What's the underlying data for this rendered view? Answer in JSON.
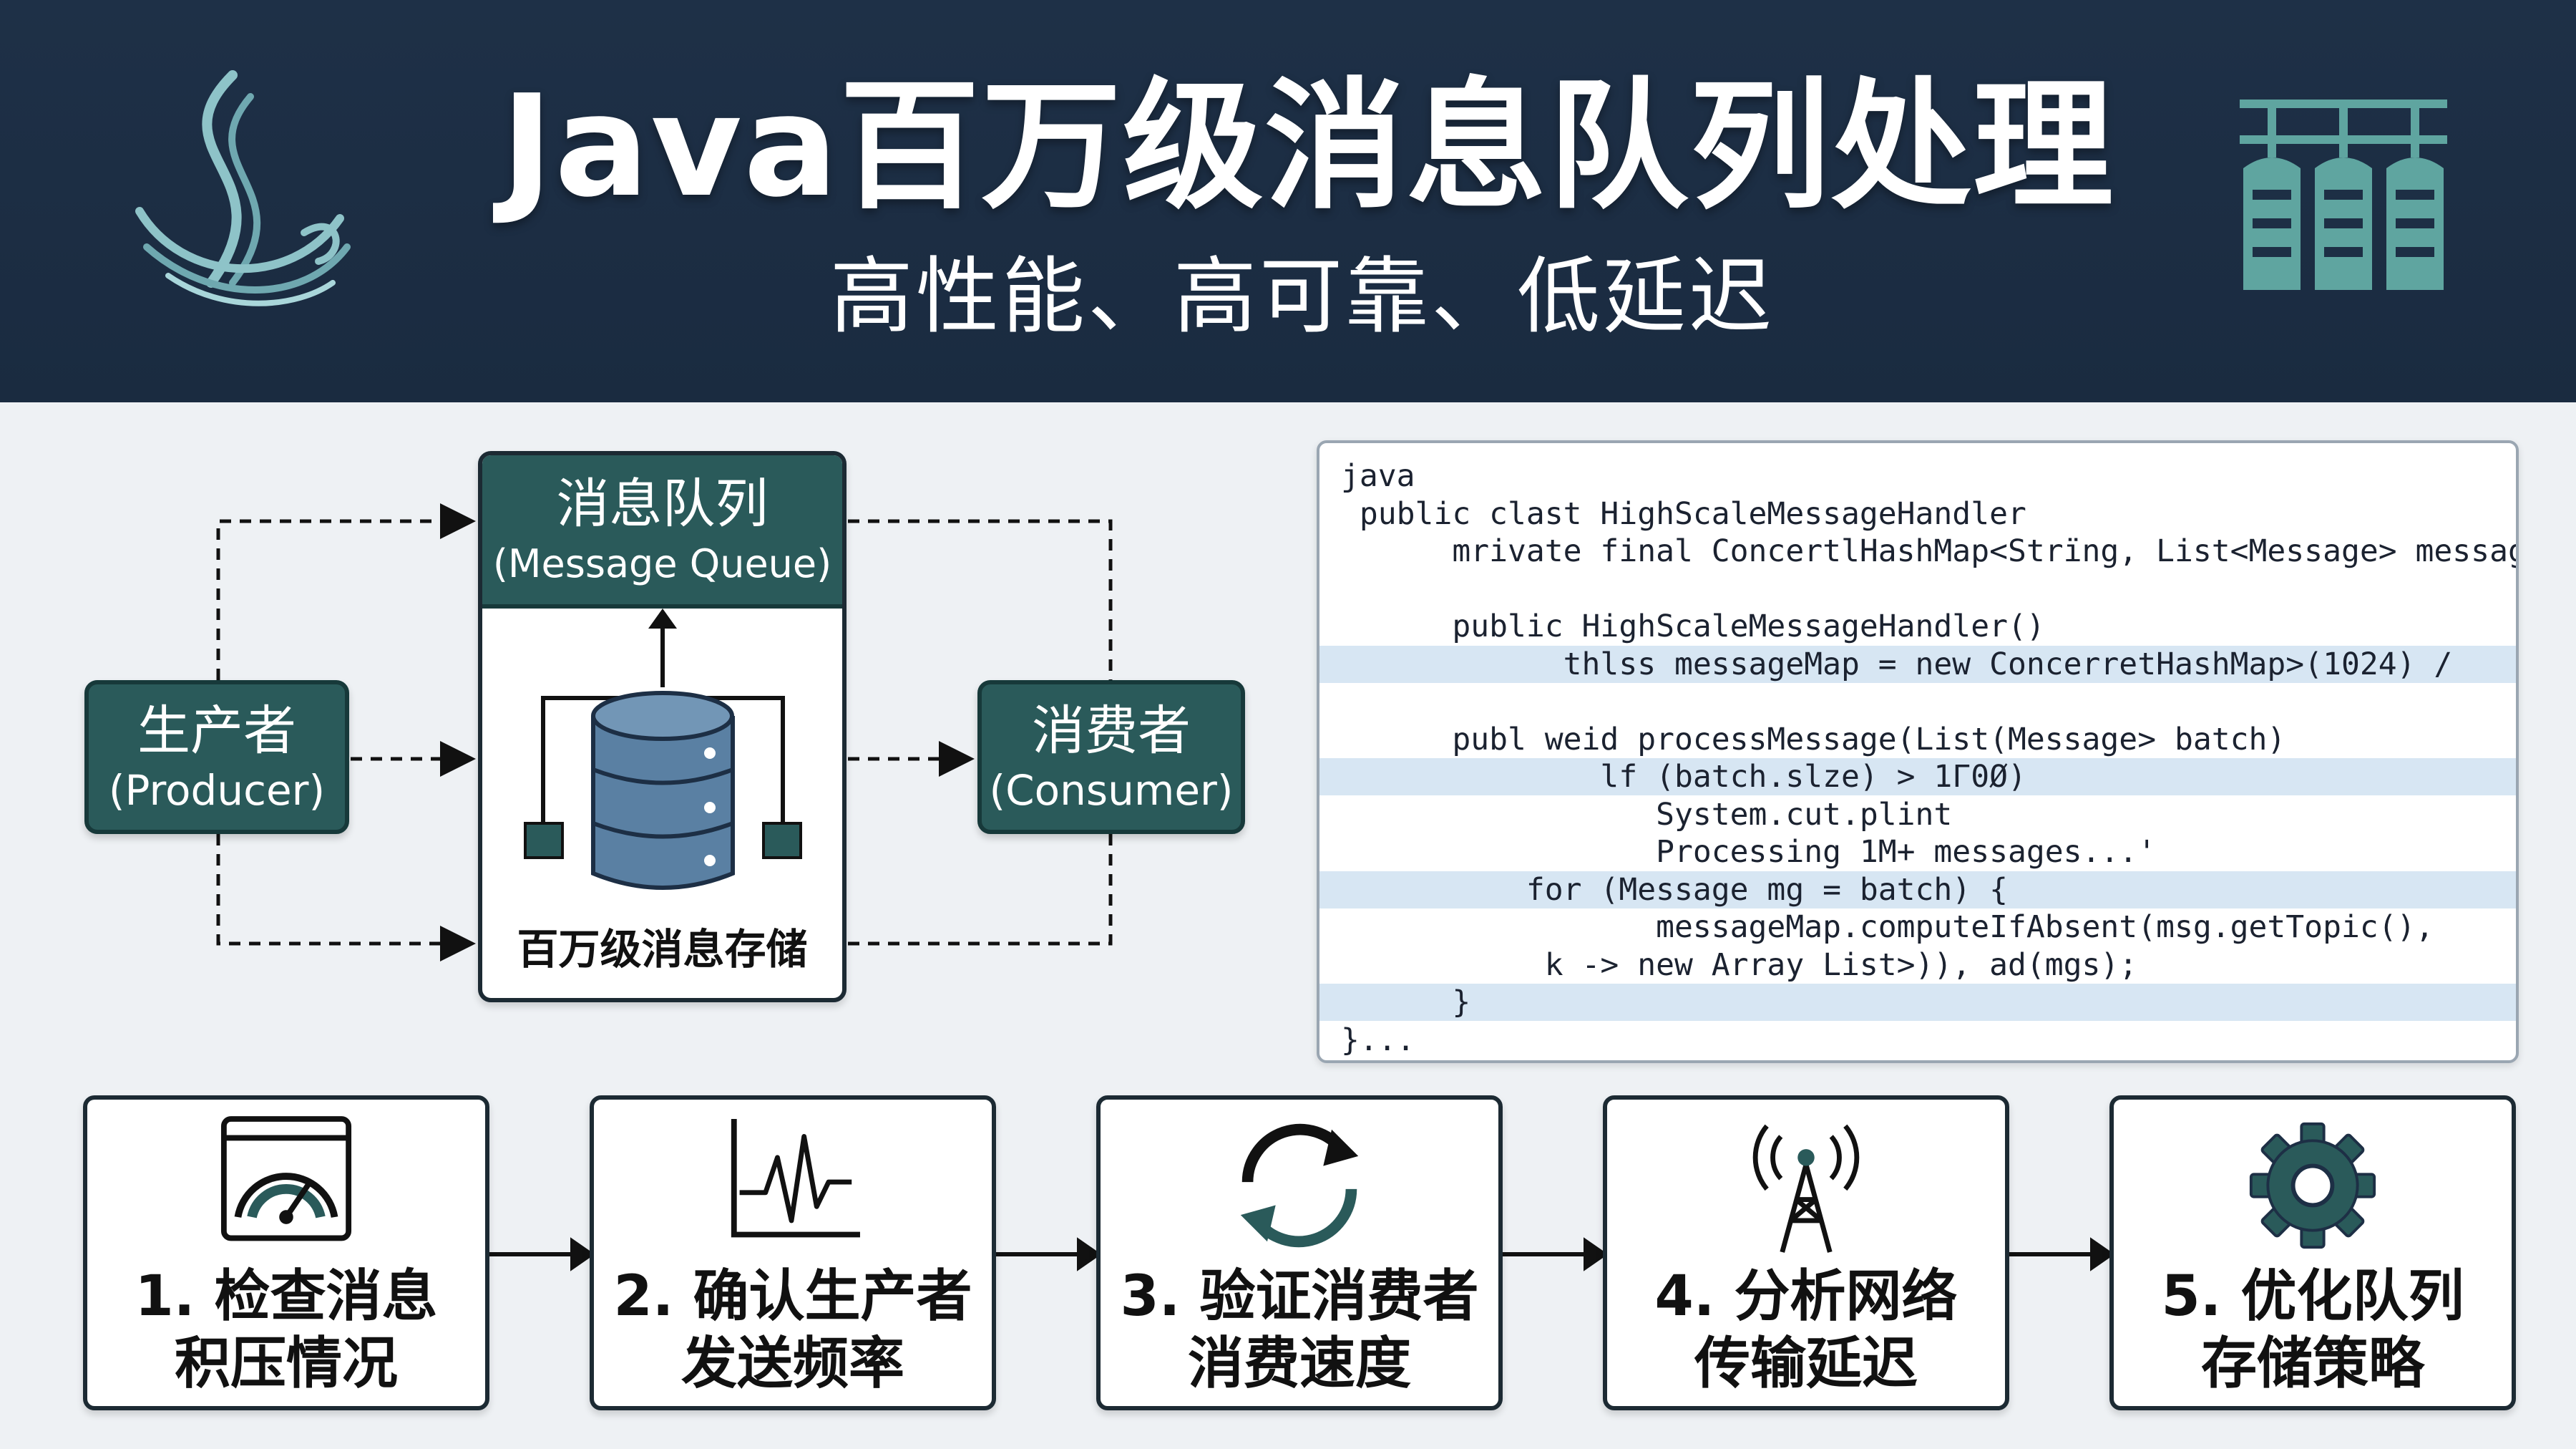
{
  "header": {
    "title": "Java百万级消息队列处理",
    "subtitle": "高性能、高可靠、低延迟",
    "logo_left_icon": "wave-logo-icon",
    "logo_right_icon": "server-rack-icon"
  },
  "diagram": {
    "producer": {
      "zh": "生产者",
      "en": "(Producer)"
    },
    "queue": {
      "zh": "消息队列",
      "en": "(Message Queue)"
    },
    "consumer": {
      "zh": "消费者",
      "en": "(Consumer)"
    },
    "storage_label": "百万级消息存储",
    "storage_icon": "database-icon"
  },
  "code": {
    "lines": [
      {
        "text": "java",
        "highlight": false
      },
      {
        "text": " public clast HighScaleMessageHandler",
        "highlight": false
      },
      {
        "text": "      mrivate final ConcertlHashMap<Strïng, List<Message> messageMap;",
        "highlight": false
      },
      {
        "text": "",
        "highlight": false
      },
      {
        "text": "      public HighScaleMessageHandler()",
        "highlight": false
      },
      {
        "text": "            thlss messageMap = new ConcerretHashMap>(1024) /",
        "highlight": true
      },
      {
        "text": "",
        "highlight": false
      },
      {
        "text": "      publ weid processMessage(List(Message> batch)",
        "highlight": false
      },
      {
        "text": "              lf (batch.slze) > 1Γ0Ø)",
        "highlight": true
      },
      {
        "text": "                 System.cut.plint",
        "highlight": false
      },
      {
        "text": "                 Processing 1M+ messages...'",
        "highlight": false
      },
      {
        "text": "          for (Message mg = batch) {",
        "highlight": true
      },
      {
        "text": "                 messageMap.computeIfAbsent(msg.getTopic(),",
        "highlight": false
      },
      {
        "text": "           k -> new Array List>)), ad(mgs);",
        "highlight": false
      },
      {
        "text": "      }",
        "highlight": true
      },
      {
        "text": "}...",
        "highlight": false
      }
    ]
  },
  "steps": [
    {
      "line1": "1. 检查消息",
      "line2": "积压情况",
      "icon": "speedometer-icon"
    },
    {
      "line1": "2. 确认生产者",
      "line2": "发送频率",
      "icon": "line-chart-icon"
    },
    {
      "line1": "3. 验证消费者",
      "line2": "消费速度",
      "icon": "refresh-icon"
    },
    {
      "line1": "4. 分析网络",
      "line2": "传输延迟",
      "icon": "antenna-tower-icon"
    },
    {
      "line1": "5. 优化队列",
      "line2": "存储策略",
      "icon": "gear-icon"
    }
  ]
}
